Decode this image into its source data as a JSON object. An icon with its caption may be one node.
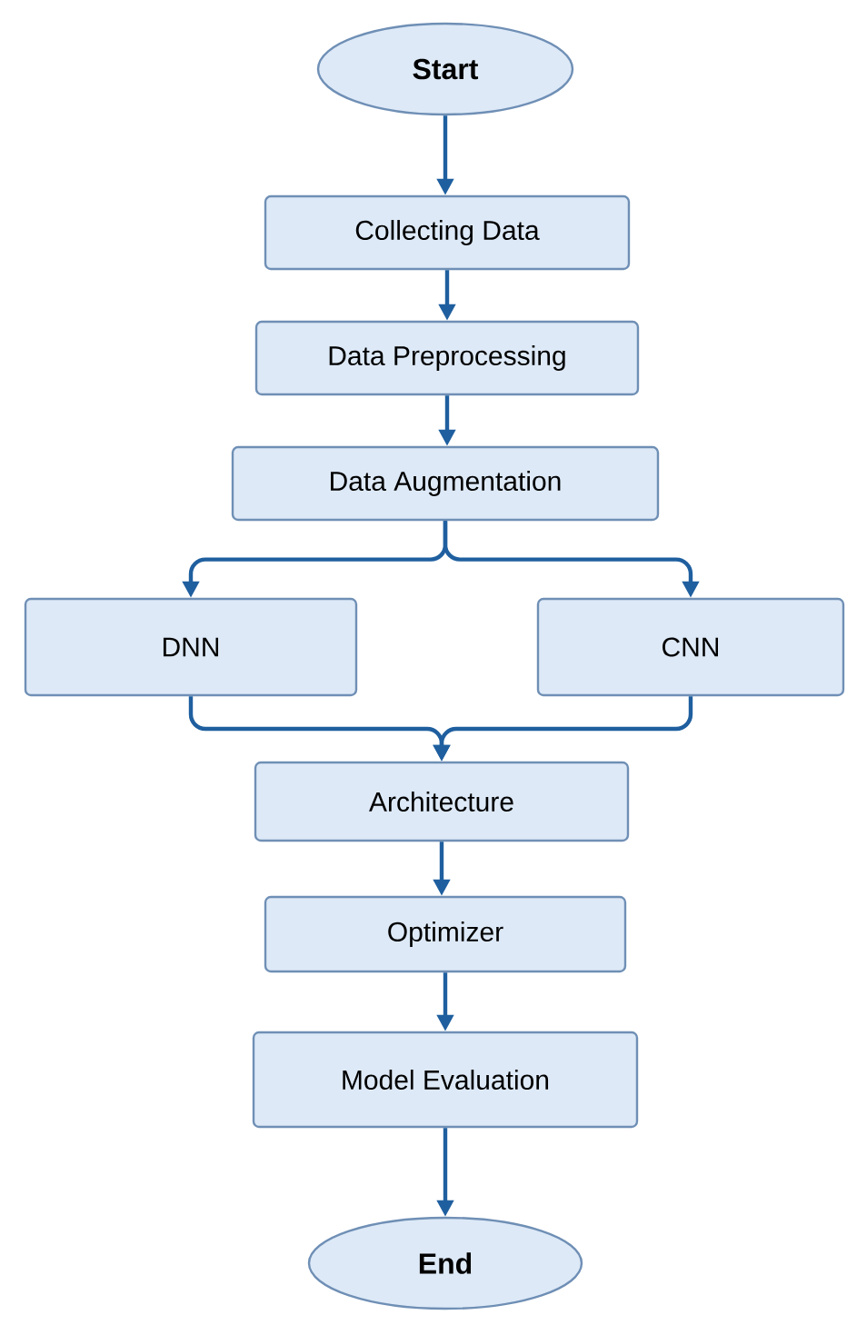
{
  "diagram": {
    "nodes": [
      {
        "text": [
          "Start"
        ]
      },
      {
        "text": [
          "Collecting Data"
        ]
      },
      {
        "text": [
          "Data Preprocessing"
        ]
      },
      {
        "text": [
          "Data Augmentation"
        ]
      },
      {
        "text": [
          "DNN"
        ]
      },
      {
        "text": [
          "CNN"
        ]
      },
      {
        "text": [
          "Architecture"
        ]
      },
      {
        "text": [
          "Optimizer"
        ]
      },
      {
        "text": [
          "Model Evaluation"
        ]
      },
      {
        "text": [
          "End"
        ]
      }
    ],
    "edges": [
      {
        "from": 0,
        "to": 1,
        "arrow": "to"
      },
      {
        "from": 1,
        "to": 2,
        "arrow": "to"
      },
      {
        "from": 2,
        "to": 3,
        "arrow": "to"
      },
      {
        "from": 3,
        "to": 4,
        "arrow": "to"
      },
      {
        "from": 3,
        "to": 5,
        "arrow": "to"
      },
      {
        "from": 4,
        "to": 6,
        "arrow": "to"
      },
      {
        "from": 5,
        "to": 6,
        "arrow": "to"
      },
      {
        "from": 6,
        "to": 7,
        "arrow": "to"
      },
      {
        "from": 7,
        "to": 8,
        "arrow": "to"
      },
      {
        "from": 8,
        "to": 9,
        "arrow": "to"
      }
    ]
  }
}
